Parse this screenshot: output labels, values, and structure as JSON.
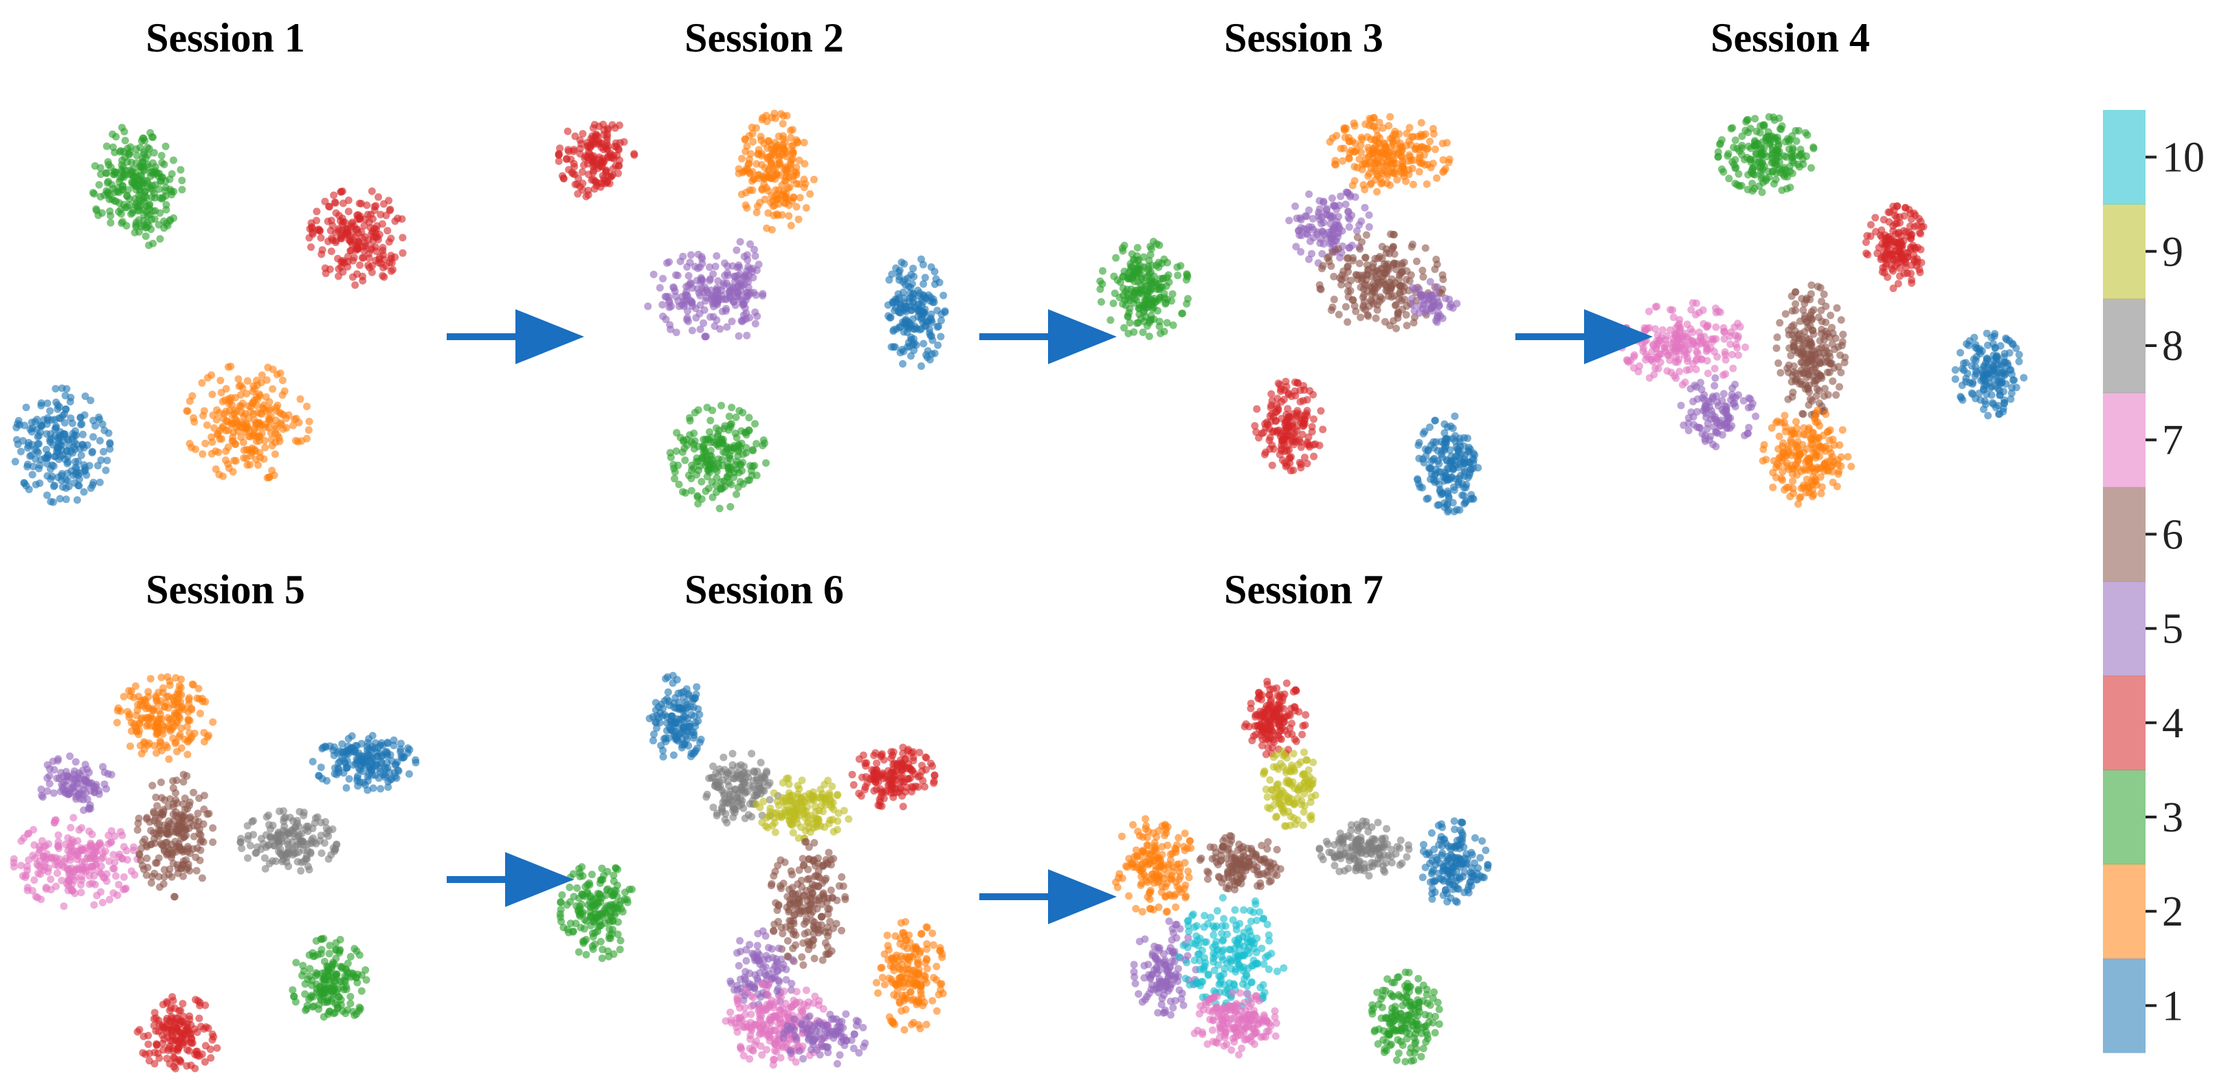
{
  "chart_data": {
    "type": "scatter",
    "colors": {
      "1": "#1f77b4",
      "2": "#ff7f0e",
      "3": "#2ca02c",
      "4": "#d62728",
      "5": "#9467bd",
      "6": "#8c564b",
      "7": "#e377c2",
      "8": "#7f7f7f",
      "9": "#bcbd22",
      "10": "#17becf"
    },
    "panels": [
      {
        "title": "Session 1",
        "classes": [
          1,
          2,
          3,
          4
        ]
      },
      {
        "title": "Session 2",
        "classes": [
          1,
          2,
          3,
          4,
          5
        ]
      },
      {
        "title": "Session 3",
        "classes": [
          1,
          2,
          3,
          4,
          5,
          6
        ]
      },
      {
        "title": "Session 4",
        "classes": [
          1,
          2,
          3,
          4,
          5,
          6,
          7
        ]
      },
      {
        "title": "Session 5",
        "classes": [
          1,
          2,
          3,
          4,
          5,
          6,
          7,
          8
        ]
      },
      {
        "title": "Session 6",
        "classes": [
          1,
          2,
          3,
          4,
          5,
          6,
          7,
          8,
          9
        ]
      },
      {
        "title": "Session 7",
        "classes": [
          1,
          2,
          3,
          4,
          5,
          6,
          7,
          8,
          9,
          10
        ]
      }
    ],
    "colorbar": {
      "ticks": [
        "1",
        "2",
        "3",
        "4",
        "5",
        "6",
        "7",
        "8",
        "9",
        "10"
      ],
      "range": [
        1,
        10
      ]
    },
    "grid": false,
    "arrows_between_sessions": true
  }
}
